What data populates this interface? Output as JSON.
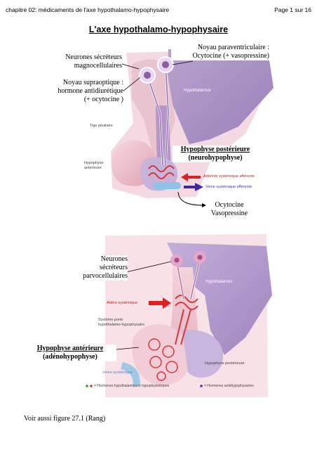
{
  "header": {
    "left": "chapitre 02: médicaments de l'axe hypothalamo-hypophysaire",
    "right": "Page 1 sur 16"
  },
  "title": "L'axe hypothalamo-hypophysaire",
  "figure1": {
    "labels": {
      "neurones_magno_1": "Neurones sécréteurs",
      "neurones_magno_2": "magnocellulaires",
      "noyau_supra_1": "Noyau supraoptique :",
      "noyau_supra_2": "hormone antidiurétique",
      "noyau_supra_3": "(+ ocytocine )",
      "noyau_para_1": "Noyau paraventriculaire :",
      "noyau_para_2": "Ocytocine (+ vasopressine)",
      "hypophyse_post_1": "Hypophyse postérieure",
      "hypophyse_post_2": "(neurohypophyse)",
      "ocytocine": "Ocytocine",
      "vasopressine": "Vasopressine"
    },
    "image_labels": {
      "hypothalamus": "Hypothalamus",
      "tige": "Tige pituitaire",
      "hypophyse_ant_1": "Hypophyse",
      "hypophyse_ant_2": "antérieure",
      "arteriole": "Artériole systémique afférente",
      "veine": "Veine systémique efférente"
    }
  },
  "figure2": {
    "labels": {
      "neurones_parvo_1": "Neurones",
      "neurones_parvo_2": "sécréteurs",
      "neurones_parvo_3": "parvocellulaires",
      "hypophyse_ant_1": "Hypophyse antérieure",
      "hypophyse_ant_2": "(adénohypophyse)"
    },
    "image_labels": {
      "hypothalamus": "Hypothalamus",
      "artere": "Artère systémique",
      "systeme_1": "Système porte",
      "systeme_2": "hypothalamo-hypophysaire",
      "hypophyse_post": "Hypophyse postérieure",
      "veine": "Veine systémique",
      "legend_1": "= Hormones hypothalamiques hypophysiotropes",
      "legend_2": "= Hormones antéhypophysaires"
    }
  },
  "footer": "Voir aussi figure 27.1 (Rang)"
}
